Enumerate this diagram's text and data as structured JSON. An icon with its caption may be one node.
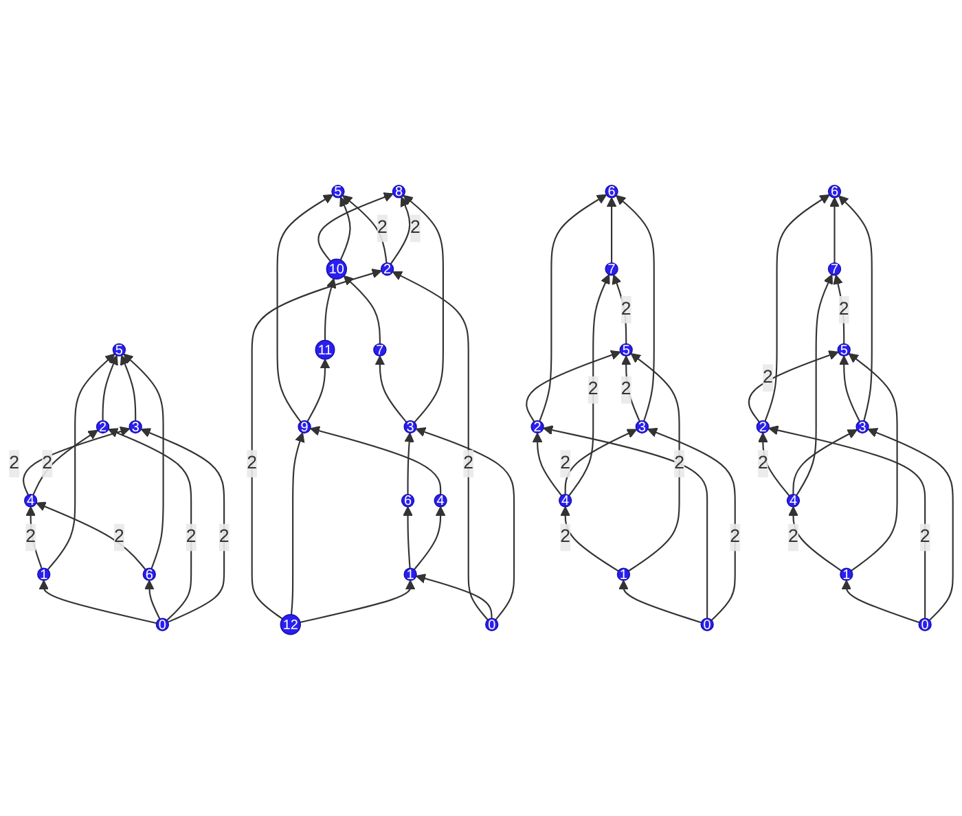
{
  "diagram": {
    "nodes": [
      {
        "text": [
          "5"
        ]
      },
      {
        "text": [
          "9"
        ]
      },
      {
        "text": [
          "11"
        ]
      },
      {
        "text": [
          "10"
        ]
      },
      {
        "text": [
          "8"
        ]
      },
      {
        "text": [
          "4"
        ]
      },
      {
        "text": [
          "2"
        ]
      },
      {
        "text": [
          "7"
        ]
      },
      {
        "text": [
          "12"
        ]
      },
      {
        "text": [
          "1"
        ]
      },
      {
        "text": [
          "6"
        ]
      },
      {
        "text": [
          "3"
        ]
      },
      {
        "text": [
          "0"
        ]
      },
      {
        "text": [
          "2"
        ]
      },
      {
        "text": [
          "5"
        ]
      },
      {
        "text": [
          "1"
        ]
      },
      {
        "text": [
          "4"
        ]
      },
      {
        "text": [
          "3"
        ]
      },
      {
        "text": [
          "0"
        ]
      },
      {
        "text": [
          "6"
        ]
      },
      {
        "text": [
          "6"
        ]
      },
      {
        "text": [
          "2"
        ]
      },
      {
        "text": [
          "5"
        ]
      },
      {
        "text": [
          "7"
        ]
      },
      {
        "text": [
          "4"
        ]
      },
      {
        "text": [
          "3"
        ]
      },
      {
        "text": [
          "0"
        ]
      },
      {
        "text": [
          "1"
        ]
      },
      {
        "text": [
          "7"
        ]
      },
      {
        "text": [
          "6"
        ]
      },
      {
        "text": [
          "2"
        ]
      },
      {
        "text": [
          "5"
        ]
      },
      {
        "text": [
          "1"
        ]
      },
      {
        "text": [
          "4"
        ]
      },
      {
        "text": [
          "3"
        ]
      },
      {
        "text": [
          "0"
        ]
      }
    ],
    "edges": [
      {
        "from": 1,
        "to": 0,
        "arrow": "to"
      },
      {
        "from": 1,
        "to": 2,
        "arrow": "to"
      },
      {
        "from": 2,
        "to": 3,
        "arrow": "to"
      },
      {
        "from": 3,
        "to": 4,
        "arrow": "to"
      },
      {
        "from": 3,
        "to": 0,
        "arrow": "to"
      },
      {
        "from": 12,
        "to": 6,
        "arrow": "to",
        "label": "2"
      },
      {
        "from": 6,
        "to": 0,
        "arrow": "to",
        "label": "2"
      },
      {
        "from": 8,
        "to": 6,
        "arrow": "to",
        "label": "2"
      },
      {
        "from": 6,
        "to": 4,
        "arrow": "to",
        "label": "2"
      },
      {
        "from": 8,
        "to": 1,
        "arrow": "to"
      },
      {
        "from": 8,
        "to": 9,
        "arrow": "to"
      },
      {
        "from": 9,
        "to": 10,
        "arrow": "to"
      },
      {
        "from": 10,
        "to": 11,
        "arrow": "to"
      },
      {
        "from": 9,
        "to": 5,
        "arrow": "to"
      },
      {
        "from": 5,
        "to": 1,
        "arrow": "to"
      },
      {
        "from": 12,
        "to": 9,
        "arrow": "to"
      },
      {
        "from": 12,
        "to": 11,
        "arrow": "to"
      },
      {
        "from": 11,
        "to": 7,
        "arrow": "to"
      },
      {
        "from": 7,
        "to": 3,
        "arrow": "to"
      },
      {
        "from": 11,
        "to": 4,
        "arrow": "to"
      },
      {
        "from": 13,
        "to": 14,
        "arrow": "to"
      },
      {
        "from": 15,
        "to": 16,
        "arrow": "to",
        "label": "2"
      },
      {
        "from": 16,
        "to": 17,
        "arrow": "to",
        "label": "2"
      },
      {
        "from": 16,
        "to": 13,
        "arrow": "to",
        "label": "2"
      },
      {
        "from": 19,
        "to": 16,
        "arrow": "to",
        "label": "2"
      },
      {
        "from": 17,
        "to": 14,
        "arrow": "to"
      },
      {
        "from": 18,
        "to": 15,
        "arrow": "to"
      },
      {
        "from": 18,
        "to": 19,
        "arrow": "to"
      },
      {
        "from": 18,
        "to": 13,
        "arrow": "to",
        "label": "2"
      },
      {
        "from": 15,
        "to": 14,
        "arrow": "to"
      },
      {
        "from": 18,
        "to": 17,
        "arrow": "to",
        "label": "2"
      },
      {
        "from": 19,
        "to": 14,
        "arrow": "to"
      },
      {
        "from": 26,
        "to": 27,
        "arrow": "to"
      },
      {
        "from": 26,
        "to": 21,
        "arrow": "to"
      },
      {
        "from": 26,
        "to": 25,
        "arrow": "to",
        "label": "2"
      },
      {
        "from": 27,
        "to": 24,
        "arrow": "to",
        "label": "2"
      },
      {
        "from": 27,
        "to": 22,
        "arrow": "to",
        "label": "2"
      },
      {
        "from": 24,
        "to": 21,
        "arrow": "to"
      },
      {
        "from": 24,
        "to": 25,
        "arrow": "to",
        "label": "2"
      },
      {
        "from": 24,
        "to": 23,
        "arrow": "to",
        "label": "2"
      },
      {
        "from": 21,
        "to": 22,
        "arrow": "to"
      },
      {
        "from": 21,
        "to": 20,
        "arrow": "to"
      },
      {
        "from": 22,
        "to": 23,
        "arrow": "to",
        "label": "2"
      },
      {
        "from": 25,
        "to": 22,
        "arrow": "to",
        "label": "2"
      },
      {
        "from": 25,
        "to": 20,
        "arrow": "to"
      },
      {
        "from": 23,
        "to": 20,
        "arrow": "to"
      },
      {
        "from": 35,
        "to": 32,
        "arrow": "to"
      },
      {
        "from": 35,
        "to": 30,
        "arrow": "to",
        "label": "2"
      },
      {
        "from": 35,
        "to": 34,
        "arrow": "to"
      },
      {
        "from": 32,
        "to": 33,
        "arrow": "to",
        "label": "2"
      },
      {
        "from": 32,
        "to": 31,
        "arrow": "to"
      },
      {
        "from": 33,
        "to": 30,
        "arrow": "to",
        "label": "2"
      },
      {
        "from": 33,
        "to": 34,
        "arrow": "to"
      },
      {
        "from": 33,
        "to": 28,
        "arrow": "to"
      },
      {
        "from": 30,
        "to": 31,
        "arrow": "to",
        "label": "2"
      },
      {
        "from": 30,
        "to": 29,
        "arrow": "to"
      },
      {
        "from": 34,
        "to": 31,
        "arrow": "to"
      },
      {
        "from": 34,
        "to": 29,
        "arrow": "to"
      },
      {
        "from": 31,
        "to": 28,
        "arrow": "to",
        "label": "2"
      },
      {
        "from": 28,
        "to": 29,
        "arrow": "to"
      }
    ]
  }
}
